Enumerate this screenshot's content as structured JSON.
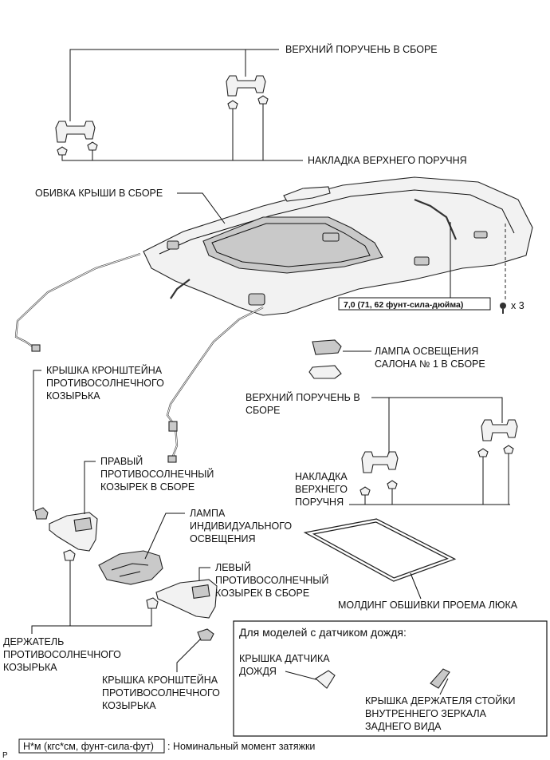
{
  "labels": {
    "upper_handle_top": "ВЕРХНИЙ ПОРУЧЕНЬ В СБОРЕ",
    "handle_cover_top": "НАКЛАДКА ВЕРХНЕГО ПОРУЧНЯ",
    "roof_headlining": "ОБИВКА КРЫШИ В СБОРЕ",
    "torque_spec": "7,0 (71, 62 фунт-сила-дюйма)",
    "clip_qty": "x 3",
    "room_lamp": [
      "ЛАМПА ОСВЕЩЕНИЯ",
      "САЛОНА № 1 В СБОРЕ"
    ],
    "visor_bracket_cover_left": [
      "КРЫШКА КРОНШТЕЙНА",
      "ПРОТИВОСОЛНЕЧНОГО",
      "КОЗЫРЬКА"
    ],
    "upper_handle_right": [
      "ВЕРХНИЙ ПОРУЧЕНЬ В",
      "СБОРЕ"
    ],
    "right_visor": [
      "ПРАВЫЙ",
      "ПРОТИВОСОЛНЕЧНЫЙ",
      "КОЗЫРЕК В СБОРЕ"
    ],
    "handle_cover_right": [
      "НАКЛАДКА",
      "ВЕРХНЕГО",
      "ПОРУЧНЯ"
    ],
    "map_lamp": [
      "ЛАМПА",
      "ИНДИВИДУАЛЬНОГО",
      "ОСВЕЩЕНИЯ"
    ],
    "left_visor": [
      "ЛЕВЫЙ",
      "ПРОТИВОСОЛНЕЧНЫЙ",
      "КОЗЫРЕК В СБОРЕ"
    ],
    "sunroof_molding": "МОЛДИНГ ОБШИВКИ ПРОЕМА ЛЮКА",
    "visor_holder": [
      "ДЕРЖАТЕЛЬ",
      "ПРОТИВОСОЛНЕЧНОГО",
      "КОЗЫРЬКА"
    ],
    "visor_bracket_cover_bottom": [
      "КРЫШКА КРОНШТЕЙНА",
      "ПРОТИВОСОЛНЕЧНОГО",
      "КОЗЫРЬКА"
    ]
  },
  "rain_sensor_box": {
    "title": "Для моделей с датчиком дождя:",
    "sensor_cover": [
      "КРЫШКА ДАТЧИКА",
      "ДОЖДЯ"
    ],
    "mirror_cover": [
      "КРЫШКА ДЕРЖАТЕЛЯ СТОЙКИ",
      "ВНУТРЕННЕГО ЗЕРКАЛА",
      "ЗАДНЕГО ВИДА"
    ]
  },
  "legend": {
    "unit_box": "Н*м (кгс*см, фунт-сила-фут)",
    "description": ": Номинальный момент затяжки"
  },
  "corner_mark": "P",
  "icons": [
    "clip-icon"
  ]
}
